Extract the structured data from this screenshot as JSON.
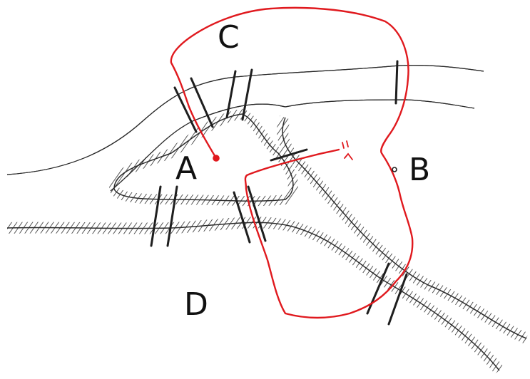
{
  "diagram": {
    "labels": {
      "A": "A",
      "B": "B",
      "C": "C",
      "D": "D"
    },
    "colors": {
      "ink": "#1e1e1e",
      "path": "#e0191e",
      "background": "#ffffff"
    },
    "bridge_count": 7
  }
}
